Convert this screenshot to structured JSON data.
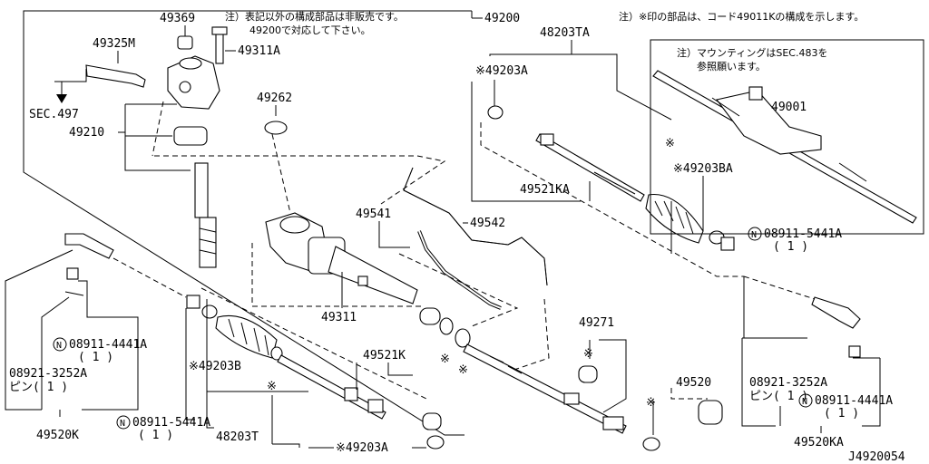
{
  "notes": {
    "top_center_line1": "注）表記以外の構成部品は非販売です。",
    "top_center_line2": "49200で対応して下さい。",
    "top_right": "注）※印の部品は、コード49011Kの構成を示します。",
    "mounting_line1": "注）マウンティングはSEC.483を",
    "mounting_line2": "参照願います。"
  },
  "labels": {
    "p49369": "49369",
    "p49200": "49200",
    "p49325M": "49325M",
    "p49311A": "49311A",
    "sec497": "SEC.497",
    "p49262": "49262",
    "p49210": "49210",
    "p48203TA": "48203TA",
    "p49203A_top": "※49203A",
    "p49001": "49001",
    "p49203BA": "※49203BA",
    "p49521KA": "49521KA",
    "p08911_5441A_right": "08911-5441A",
    "qty_right_1": "( 1 )",
    "p49541": "49541",
    "p49542": "49542",
    "p49311": "49311",
    "p49271": "49271",
    "p08911_4441A_left": "08911-4441A",
    "qty_left_1": "( 1 )",
    "p49203B": "※49203B",
    "p49521K": "49521K",
    "p08921_3252A_left": "08921-3252A",
    "pin_left": "ピン( 1 )",
    "p49520K": "49520K",
    "p08911_5441A_bottom": "08911-5441A",
    "qty_bottom": "( 1 )",
    "p48203T": "48203T",
    "p49203A_bottom": "※49203A",
    "p49520": "49520",
    "p08921_3252A_right": "08921-3252A",
    "pin_right": "ピン( 1 )",
    "p08911_4441A_right": "08911-4441A",
    "qty_right_2": "( 1 )",
    "p49520KA": "49520KA",
    "diagram_code": "J4920054",
    "star": "※",
    "n_mark": "N"
  }
}
